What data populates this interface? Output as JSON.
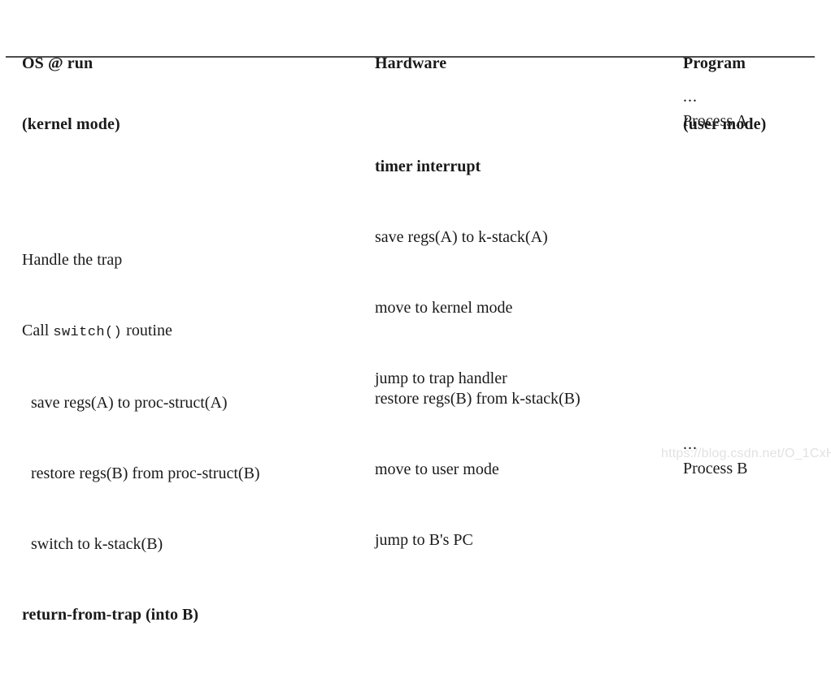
{
  "figure": {
    "columns": [
      {
        "id": "os",
        "title_line1": "OS @ run",
        "title_line2": "(kernel mode)"
      },
      {
        "id": "hardware",
        "title_line1": "Hardware",
        "title_line2": ""
      },
      {
        "id": "program",
        "title_line1": "Program",
        "title_line2": "(user mode)"
      }
    ],
    "rule_color": "#4d4d4d",
    "text_color": "#1a1a1a",
    "background": "#ffffff"
  },
  "program_column": {
    "process_a": "Process A",
    "process_a_continuation": "...",
    "process_b": "Process B",
    "process_b_continuation": "..."
  },
  "hardware_column": {
    "interrupt_block": [
      {
        "text": "timer interrupt",
        "bold": true,
        "indent": false
      },
      {
        "text": "save regs(A) to k-stack(A)",
        "bold": false,
        "indent": false
      },
      {
        "text": "move to kernel mode",
        "bold": false,
        "indent": false
      },
      {
        "text": "jump to trap handler",
        "bold": false,
        "indent": false
      }
    ],
    "return_block": [
      {
        "text": "restore regs(B) from k-stack(B)",
        "bold": false,
        "indent": false
      },
      {
        "text": "move to user mode",
        "bold": false,
        "indent": false
      },
      {
        "text": "jump to B's PC",
        "bold": false,
        "indent": false
      }
    ]
  },
  "os_column": {
    "switch_block": {
      "line_handle": "Handle the trap",
      "line_call_prefix": "Call ",
      "line_call_mono": "switch()",
      "line_call_suffix": " routine",
      "line_save": "save regs(A) to proc-struct(A)",
      "line_restore": "restore regs(B) from proc-struct(B)",
      "line_switch": "switch to k-stack(B)",
      "line_return": "return-from-trap (into B)"
    }
  },
  "watermark": {
    "text": "https://blog.csdn.net/O_1CxH",
    "color": "#e2e2e2"
  }
}
